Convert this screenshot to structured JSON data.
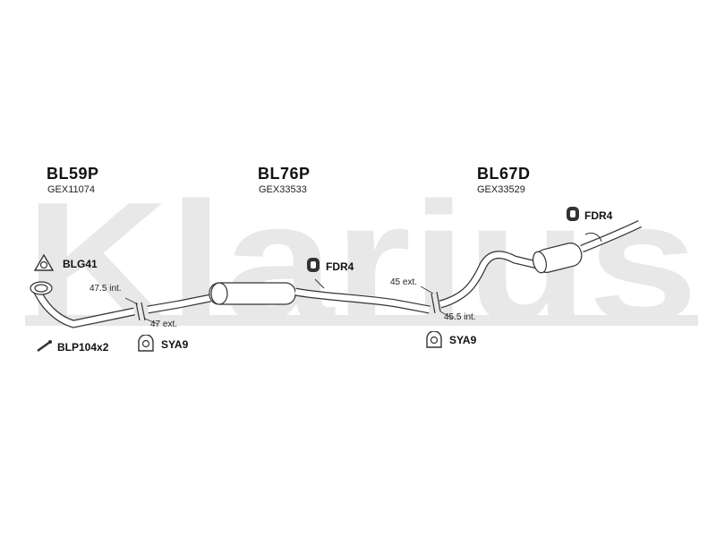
{
  "watermark": {
    "text": "Klarius"
  },
  "parts": [
    {
      "code": "BL59P",
      "ref": "GEX11074"
    },
    {
      "code": "BL76P",
      "ref": "GEX33533"
    },
    {
      "code": "BL67D",
      "ref": "GEX33529"
    }
  ],
  "accessories": {
    "gasket": "BLG41",
    "bolt": "BLP104x2",
    "clamp_left": "SYA9",
    "clamp_right": "SYA9",
    "hanger_mid": "FDR4",
    "hanger_right": "FDR4"
  },
  "dimensions": {
    "joint1_int": "47.5 int.",
    "joint1_ext": "47 ext.",
    "joint2_ext": "45 ext.",
    "joint2_int": "45.5 int."
  },
  "colors": {
    "watermark": "#e8e8e8",
    "pipe_stroke": "#333333",
    "pipe_fill": "#ffffff"
  }
}
